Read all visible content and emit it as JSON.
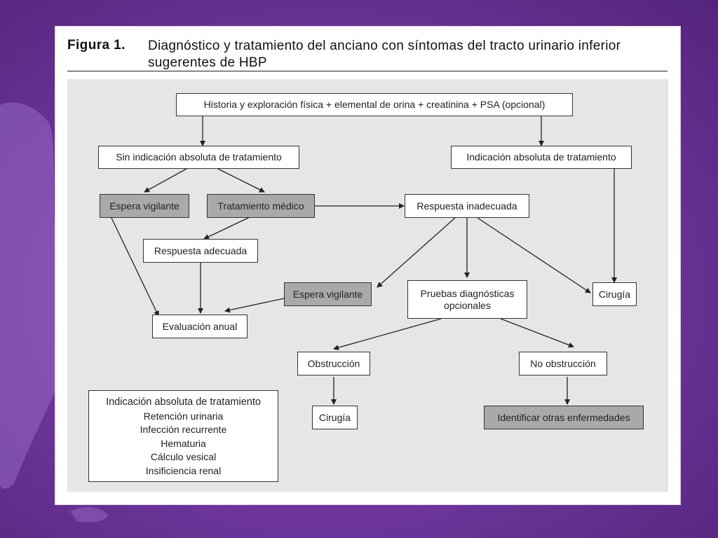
{
  "figure": {
    "label": "Figura 1.",
    "title": "Diagnóstico y tratamiento del anciano con síntomas del tracto urinario inferior sugerentes de HBP"
  },
  "nodes": {
    "historia": "Historia y exploración física + elemental de orina + creatinina + PSA (opcional)",
    "sin_indicacion": "Sin indicación absoluta de tratamiento",
    "indicacion_absoluta": "Indicación absoluta de tratamiento",
    "espera_vigilante_1": "Espera vigilante",
    "tratamiento_medico": "Tratamiento médico",
    "respuesta_inadecuada": "Respuesta inadecuada",
    "respuesta_adecuada": "Respuesta adecuada",
    "espera_vigilante_2": "Espera vigilante",
    "pruebas_diagnosticas": "Pruebas diagnósticas opcionales",
    "cirugia_1": "Cirugía",
    "evaluacion_anual": "Evaluación anual",
    "obstruccion": "Obstrucción",
    "no_obstruccion": "No obstrucción",
    "cirugia_2": "Cirugía",
    "identificar": "Identificar otras enfermedades"
  },
  "legend": {
    "title": "Indicación absoluta de tratamiento",
    "items": [
      "Retención urinaria",
      "Infección recurrente",
      "Hematuria",
      "Cálculo vesical",
      "Insificiencia renal"
    ]
  },
  "colors": {
    "background": "#6c3499",
    "panel": "#e6e6e6",
    "shaded_node": "#a9a9a9"
  }
}
